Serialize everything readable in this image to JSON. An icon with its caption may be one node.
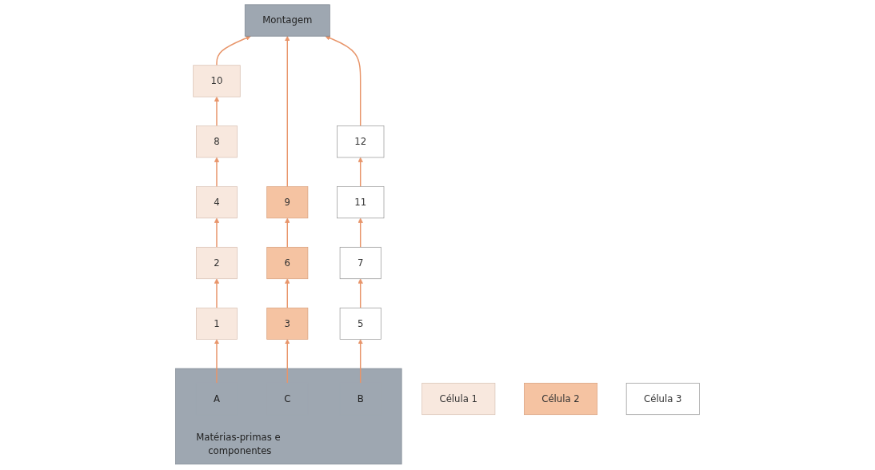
{
  "diagram": {
    "nodes": [
      {
        "text": [
          "Montagem"
        ]
      },
      {
        "text": [
          "Matérias-primas e componentes"
        ]
      },
      {
        "text": [
          "A"
        ],
        "in": 1
      },
      {
        "text": [
          "C"
        ],
        "in": 1
      },
      {
        "text": [
          "B"
        ],
        "in": 1
      },
      {
        "text": [
          "Célula 1"
        ]
      },
      {
        "text": [
          "Célula 2"
        ]
      },
      {
        "text": [
          "Célula 3"
        ]
      },
      {
        "text": [
          "1"
        ]
      },
      {
        "text": [
          "2"
        ]
      },
      {
        "text": [
          "4"
        ]
      },
      {
        "text": [
          "8"
        ]
      },
      {
        "text": [
          "10"
        ]
      },
      {
        "text": [
          "3"
        ]
      },
      {
        "text": [
          "6"
        ]
      },
      {
        "text": [
          "9"
        ]
      },
      {
        "text": [
          "5"
        ]
      },
      {
        "text": [
          "7"
        ]
      },
      {
        "text": [
          "11"
        ]
      },
      {
        "text": [
          "12"
        ]
      }
    ],
    "edges": [
      {
        "from": 2,
        "to": 8,
        "arrow": "to"
      },
      {
        "from": 8,
        "to": 9,
        "arrow": "to"
      },
      {
        "from": 9,
        "to": 10,
        "arrow": "to"
      },
      {
        "from": 10,
        "to": 11,
        "arrow": "to"
      },
      {
        "from": 11,
        "to": 12,
        "arrow": "to"
      },
      {
        "from": 12,
        "to": 0,
        "arrow": "to"
      },
      {
        "from": 3,
        "to": 13,
        "arrow": "to"
      },
      {
        "from": 13,
        "to": 14,
        "arrow": "to"
      },
      {
        "from": 14,
        "to": 15,
        "arrow": "to"
      },
      {
        "from": 15,
        "to": 0,
        "arrow": "to"
      },
      {
        "from": 4,
        "to": 16,
        "arrow": "to"
      },
      {
        "from": 16,
        "to": 17,
        "arrow": "to"
      },
      {
        "from": 17,
        "to": 18,
        "arrow": "to"
      },
      {
        "from": 18,
        "to": 19,
        "arrow": "to"
      },
      {
        "from": 19,
        "to": 0,
        "arrow": "to"
      }
    ]
  }
}
